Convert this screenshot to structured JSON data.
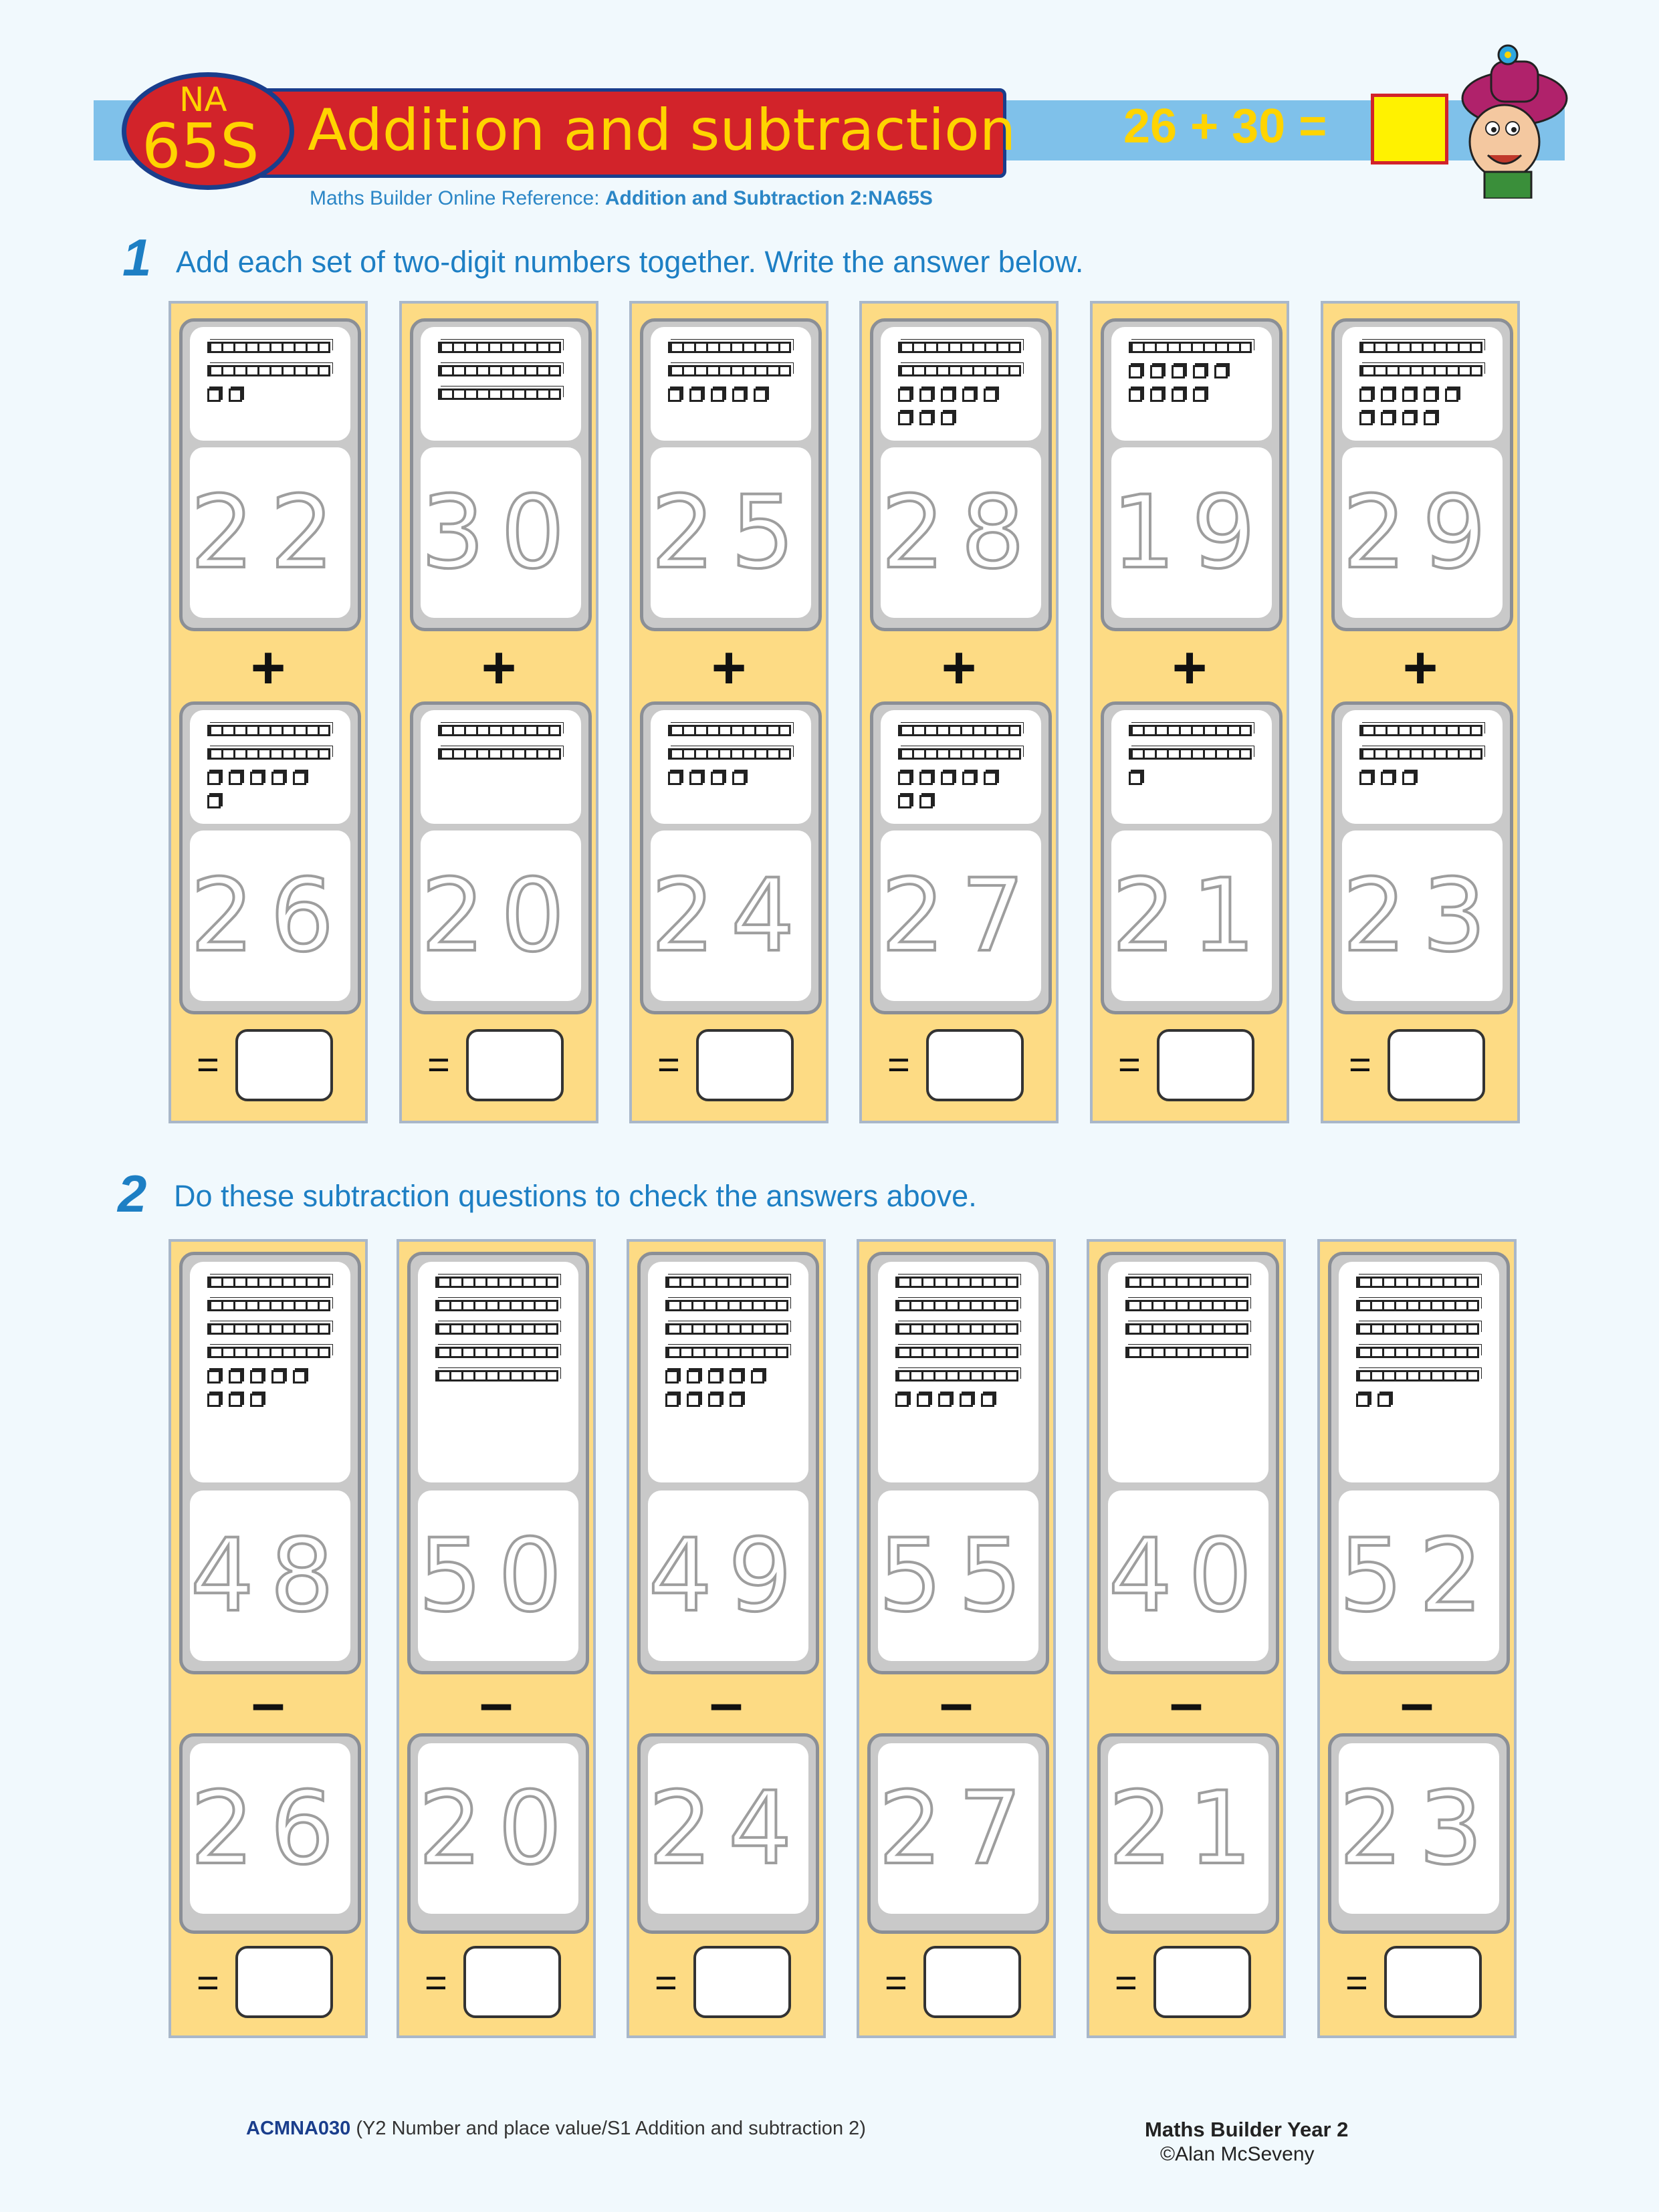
{
  "header": {
    "badge_top": "NA",
    "badge_main": "65S",
    "title": "Addition and subtraction",
    "ref_label": "Maths Builder Online Reference: ",
    "ref_value": "Addition and Subtraction 2:NA65S",
    "sample_equation": "26 + 30 ="
  },
  "question1": {
    "number": "1",
    "text": "Add each set of two-digit numbers together. Write the answer below.",
    "operator": "+",
    "equals": "=",
    "items": [
      {
        "top": "22",
        "bottom": "26",
        "top_tens": 2,
        "top_units": 2,
        "bottom_tens": 2,
        "bottom_units": 6
      },
      {
        "top": "30",
        "bottom": "20",
        "top_tens": 3,
        "top_units": 0,
        "bottom_tens": 2,
        "bottom_units": 0
      },
      {
        "top": "25",
        "bottom": "24",
        "top_tens": 2,
        "top_units": 5,
        "bottom_tens": 2,
        "bottom_units": 4
      },
      {
        "top": "28",
        "bottom": "27",
        "top_tens": 2,
        "top_units": 8,
        "bottom_tens": 2,
        "bottom_units": 7
      },
      {
        "top": "19",
        "bottom": "21",
        "top_tens": 1,
        "top_units": 9,
        "bottom_tens": 2,
        "bottom_units": 1
      },
      {
        "top": "29",
        "bottom": "23",
        "top_tens": 2,
        "top_units": 9,
        "bottom_tens": 2,
        "bottom_units": 3
      }
    ]
  },
  "question2": {
    "number": "2",
    "text": "Do these subtraction questions to check the answers above.",
    "operator": "–",
    "equals": "=",
    "items": [
      {
        "top": "48",
        "bottom": "26",
        "top_tens": 4,
        "top_units": 8
      },
      {
        "top": "50",
        "bottom": "20",
        "top_tens": 5,
        "top_units": 0
      },
      {
        "top": "49",
        "bottom": "24",
        "top_tens": 4,
        "top_units": 9
      },
      {
        "top": "55",
        "bottom": "27",
        "top_tens": 5,
        "top_units": 5
      },
      {
        "top": "40",
        "bottom": "21",
        "top_tens": 4,
        "top_units": 0
      },
      {
        "top": "52",
        "bottom": "23",
        "top_tens": 5,
        "top_units": 2
      }
    ]
  },
  "footer": {
    "code": "ACMNA030",
    "desc": " (Y2 Number and place value/S1 Addition and subtraction 2)",
    "book": "Maths Builder Year 2",
    "copyright": "©Alan McSeveny"
  }
}
